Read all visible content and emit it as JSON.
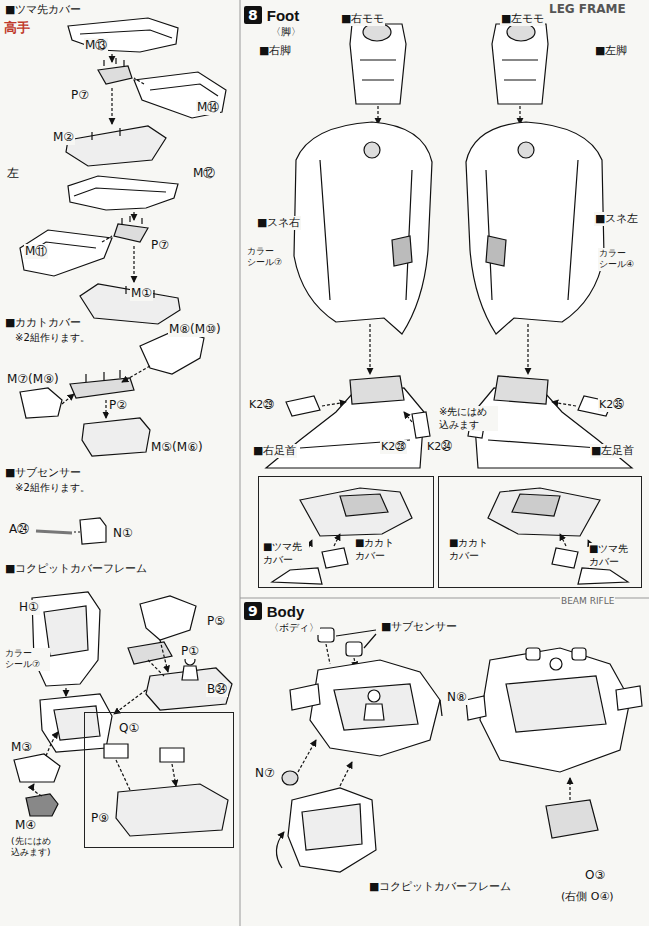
{
  "diagram": {
    "nodes": [
      {
        "text": [
          "Q①",
          "P⑨"
        ]
      },
      {
        "text": [
          "8",
          "Foot"
        ]
      },
      {
        "text": [
          "■ツマ先 カバー",
          "■カカト カバー"
        ]
      },
      {
        "text": [
          "■カカト カバー",
          "■ツマ先 カバー"
        ]
      },
      {
        "text": [
          "9",
          "Body"
        ]
      }
    ],
    "labels": [
      "高手",
      "■ツマ先カバー",
      "M⑬",
      "P⑦",
      "M⑭",
      "M②",
      "左",
      "M⑫",
      "M⑪",
      "P⑦",
      "M①",
      "■カカトカバー",
      "※2組作ります。",
      "M⑧(M⑩)",
      "M⑦(M⑨)",
      "P②",
      "M⑤(M⑥)",
      "■サブセンサー",
      "※2組作ります。",
      "A㉔",
      "N①",
      "■コクピットカバーフレーム",
      "H①",
      "P⑤",
      "P①",
      "カラー シール⑦",
      "B㉞",
      "M③",
      "M④",
      "(先にはめ 込みます)",
      "LEG FRAME",
      "〈脚〉",
      "■右モモ",
      "■左モモ",
      "■右脚",
      "■左脚",
      "■スネ右",
      "カラー シール⑦",
      "■スネ左",
      "カラー シール④",
      "※先にはめ 込みます",
      "K2㉙",
      "K2㉘",
      "K2㉞",
      "K2㉟",
      "■右足首",
      "■左足首",
      "BEAM RIFLE",
      "〈ボディ〉",
      "■サブセンサー",
      "N⑧",
      "N⑦",
      "■コクピットカバーフレーム",
      "O③",
      "(右側 O④)"
    ]
  }
}
